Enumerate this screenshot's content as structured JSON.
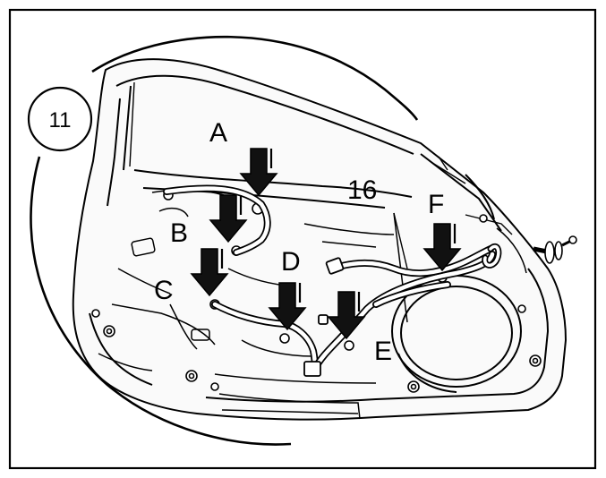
{
  "figure": {
    "detail_number": "11",
    "part_number": "16",
    "callouts": [
      "A",
      "B",
      "C",
      "D",
      "E",
      "F"
    ]
  },
  "colors": {
    "ink": "#000000",
    "arrow": "#111111",
    "paper": "#ffffff",
    "panel_fill": "#fafafa"
  }
}
